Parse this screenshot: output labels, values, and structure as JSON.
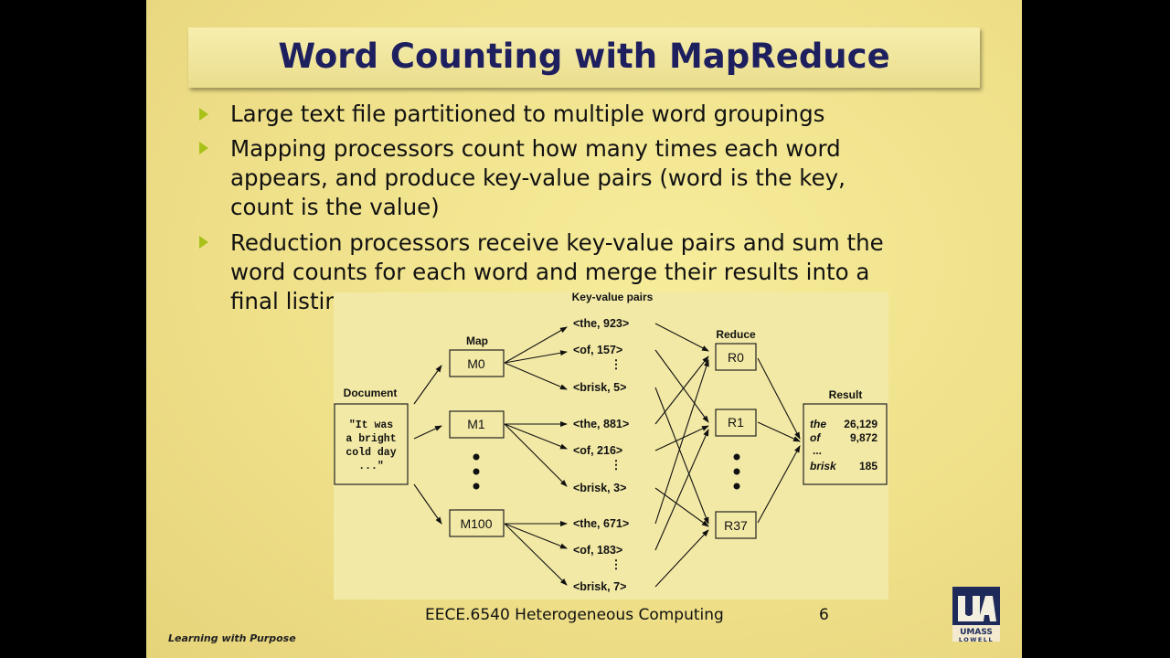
{
  "slide": {
    "title": "Word Counting with MapReduce",
    "bullets": [
      [
        "Large text file partitioned to multiple word groupings"
      ],
      [
        "Mapping processors count how many times each word",
        "appears, and produce key-value pairs (word is the key,",
        "count is the value)"
      ],
      [
        "Reduction processors receive key-value pairs and sum the",
        "word counts for each word and merge their results into a",
        "final listing"
      ]
    ],
    "footer": "EECE.6540 Heterogeneous Computing",
    "page_number": "6",
    "tagline": "Learning with Purpose",
    "logo_text": [
      "UMASS",
      "LOWELL"
    ],
    "colors": {
      "title": "#1d1f5e",
      "bullet_marker": "#a8c21a",
      "background": "#f0e28c"
    }
  },
  "diagram": {
    "labels": {
      "document": "Document",
      "map": "Map",
      "key_value_pairs": "Key-value pairs",
      "reduce": "Reduce",
      "result": "Result"
    },
    "document_text": [
      "\"It was",
      "a bright",
      "cold day",
      "...\""
    ],
    "mappers": [
      "M0",
      "M1",
      "M100"
    ],
    "pairs": [
      [
        "<the, 923>",
        "<of, 157>",
        "<brisk, 5>"
      ],
      [
        "<the, 881>",
        "<of, 216>",
        "<brisk, 3>"
      ],
      [
        "<the, 671>",
        "<of, 183>",
        "<brisk, 7>"
      ]
    ],
    "reducers": [
      "R0",
      "R1",
      "R37"
    ],
    "result": [
      {
        "word": "the",
        "count": "26,129"
      },
      {
        "word": "of",
        "count": "9,872"
      },
      {
        "word": "...",
        "count": ""
      },
      {
        "word": "brisk",
        "count": "185"
      }
    ]
  }
}
